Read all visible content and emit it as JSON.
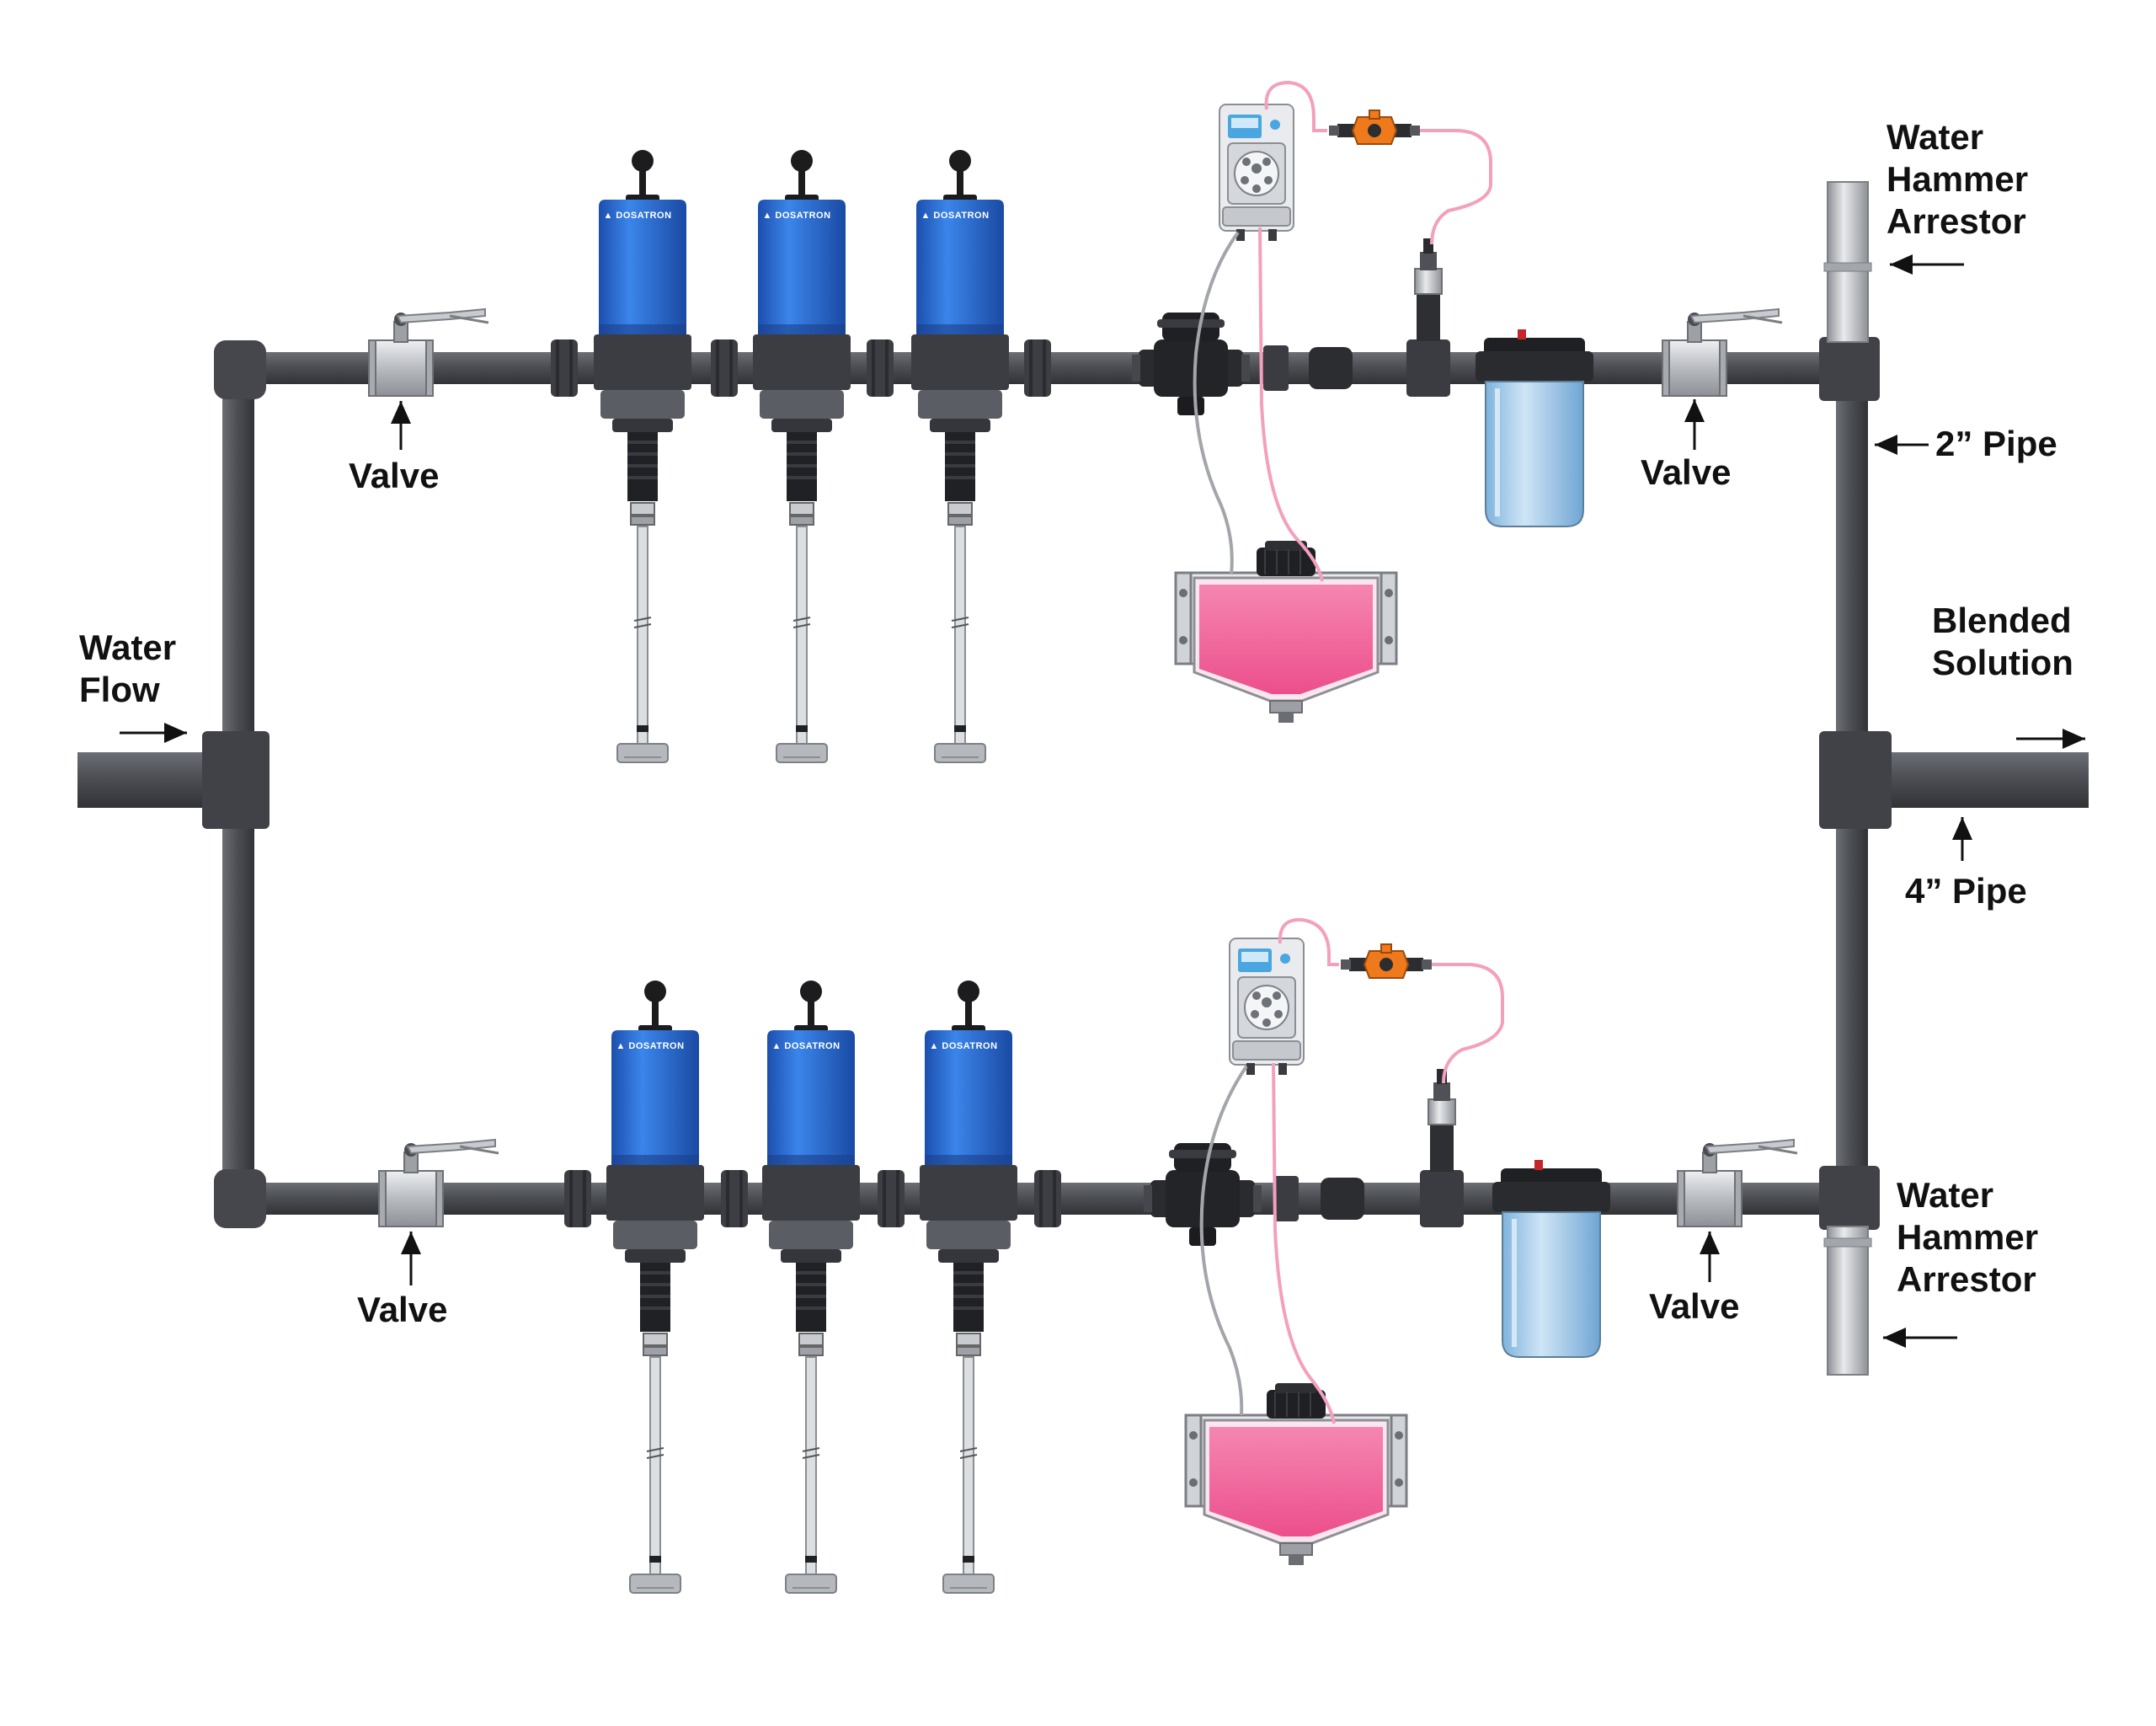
{
  "labels": {
    "water_flow": [
      "Water",
      "Flow"
    ],
    "blended_solution": [
      "Blended",
      "Solution"
    ],
    "water_hammer_arrestor": [
      "Water",
      "Hammer",
      "Arrestor"
    ],
    "valve": "Valve",
    "pipe_2in": "2” Pipe",
    "pipe_4in": "4” Pipe",
    "brand": "DOSATRON"
  },
  "colors": {
    "pipe": "#4d4f55",
    "dispenser_blue": "#2f6fd6",
    "solution_pink": "#f06a9c",
    "tubing_pink": "#f3a0bd",
    "filter_housing": "#a9cdeb",
    "valve_steel": "#c9ccd0",
    "arrestor_steel": "#b9bcc1",
    "accent_orange": "#ef7a1c"
  },
  "icons": {
    "injectors": "dosatron-injector-icon",
    "pump": "dosing-pump-icon",
    "tank": "chemical-tank-icon",
    "meter": "water-meter-icon",
    "filter": "water-filter-icon",
    "valve": "ball-valve-icon",
    "arrow": "arrow-icon"
  }
}
